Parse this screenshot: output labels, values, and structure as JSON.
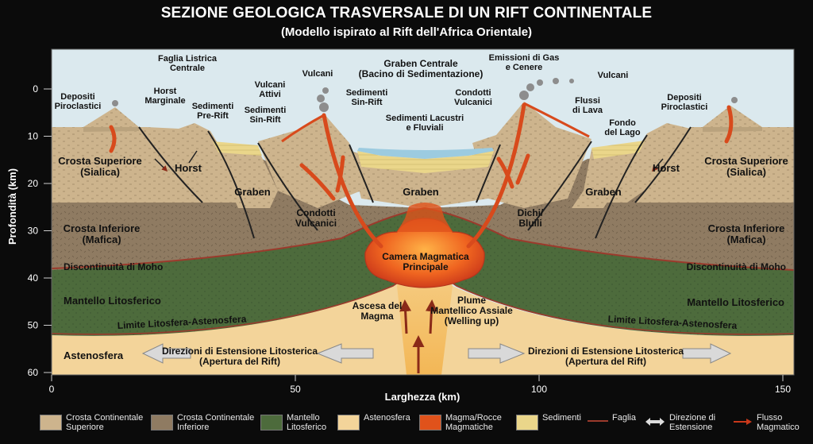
{
  "title": "SEZIONE GEOLOGICA TRASVERSALE DI UN RIFT CONTINENTALE",
  "subtitle": "(Modello ispirato al Rift dell'Africa Orientale)",
  "axes": {
    "y_label": "Profondità (km)",
    "x_label": "Larghezza (km)",
    "y_ticks": [
      "0",
      "10",
      "20",
      "30",
      "40",
      "50",
      "60"
    ],
    "x_ticks": [
      "0",
      "50",
      "100",
      "150"
    ]
  },
  "colors": {
    "upper_crust": "#cdb48d",
    "lower_crust": "#8f7b62",
    "mantle": "#4d6b3c",
    "asthenosphere": "#f3d49a",
    "magma": "#e0521b",
    "sediments": "#ead68a",
    "fault": "#9b3a2c",
    "extension": "#dcdcdc",
    "magma_flow": "#c9381a",
    "sky": "#dbe9ee",
    "water": "#9ccbe0"
  },
  "labels": {
    "left_pyro": [
      "Depositi",
      "Piroclastici"
    ],
    "listric": [
      "Faglia Listrica",
      "Centrale"
    ],
    "horst_marg": [
      "Horst",
      "Marginale"
    ],
    "active_volc": [
      "Vulcani",
      "Attivi"
    ],
    "volcanoes_left": "Vulcani",
    "pre_rift": [
      "Sedimenti",
      "Pre-Rift"
    ],
    "syn_rift_l": [
      "Sedimenti",
      "Sin-Rift"
    ],
    "graben_central": [
      "Graben Centrale",
      "(Bacino di Sedimentazione)"
    ],
    "syn_rift_c": [
      "Sedimenti",
      "Sin-Rift"
    ],
    "lacustrine": [
      "Sedimenti Lacustri",
      "e Fluviali"
    ],
    "gas": [
      "Emissioni di Gas",
      "e Cenere"
    ],
    "volcanoes_right": "Vulcani",
    "volc_conduits_top": [
      "Condotti",
      "Vulcanici"
    ],
    "lava": [
      "Flussi",
      "di Lava"
    ],
    "lake_floor": [
      "Fondo",
      "del Lago"
    ],
    "right_pyro": [
      "Depositi",
      "Piroclastici"
    ],
    "upper_crust_l": [
      "Crosta Superiore",
      "(Sialica)"
    ],
    "upper_crust_r": [
      "Crosta Superiore",
      "(Sialica)"
    ],
    "horst_l": "Horst",
    "horst_r": "Horst",
    "graben_l": "Graben",
    "graben_c": "Graben",
    "graben_r": "Graben",
    "lower_crust_l": [
      "Crosta Inferiore",
      "(Mafica)"
    ],
    "lower_crust_r": [
      "Crosta Inferiore",
      "(Mafica)"
    ],
    "volc_conduits_low": [
      "Condotti",
      "Vulcanici"
    ],
    "dikes": [
      "Dichi/",
      "Bluili"
    ],
    "moho_l": "Discontinuità di Moho",
    "moho_r": "Discontinuità di Moho",
    "chamber": [
      "Camera Magmatica",
      "Principale"
    ],
    "mantle_l": "Mantello Litosferico",
    "mantle_r": "Mantello Litosferico",
    "ascent": [
      "Ascesa del",
      "Magma"
    ],
    "plume": [
      "Plume",
      "Mantellico Assiale",
      "(Welling up)"
    ],
    "lab_l": "Limite Litosfera-Astenosfera",
    "lab_r": "Limite Litosfera-Astenosfera",
    "astheno": "Astenosfera",
    "ext_l": [
      "Direzioni di Estensione Litosterica",
      "(Apertura del Rift)"
    ],
    "ext_r": [
      "Direzioni di Estensione Litosterica",
      "(Apertura del Rift)"
    ]
  },
  "legend": [
    {
      "text": [
        "Crosta Continentale",
        "Superiore"
      ],
      "swatch": "upper_crust"
    },
    {
      "text": [
        "Crosta Continentale",
        "Inferiore"
      ],
      "swatch": "lower_crust"
    },
    {
      "text": [
        "Mantello",
        "Litosferico"
      ],
      "swatch": "mantle"
    },
    {
      "text": [
        "Astenosfera"
      ],
      "swatch": "asthenosphere"
    },
    {
      "text": [
        "Magma/Rocce",
        "Magmatiche"
      ],
      "swatch": "magma"
    },
    {
      "text": [
        "Sedimenti"
      ],
      "swatch": "sediments"
    },
    {
      "text": [
        "Faglia"
      ],
      "swatch": "fault"
    },
    {
      "text": [
        "Direzione di",
        "Estensione"
      ],
      "swatch": "extension"
    },
    {
      "text": [
        "Flusso",
        "Magmatico"
      ],
      "swatch": "magma_flow"
    }
  ]
}
